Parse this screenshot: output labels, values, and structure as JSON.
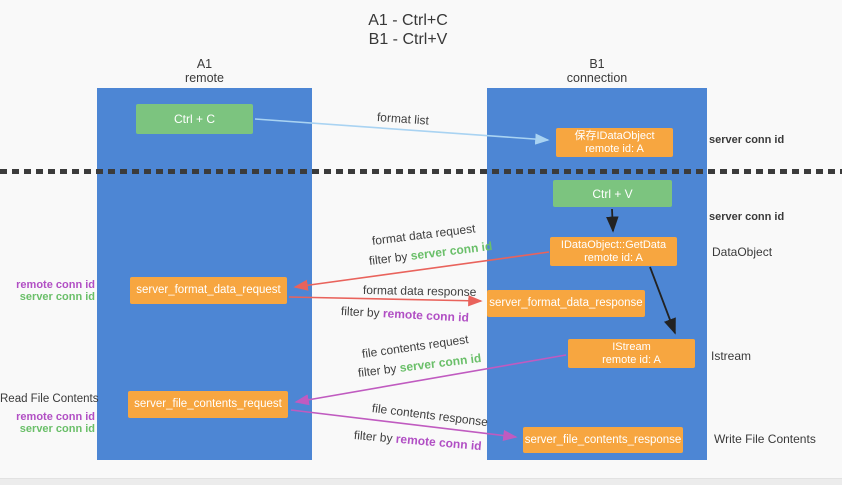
{
  "title": {
    "line1": "A1 - Ctrl+C",
    "line2": "B1 - Ctrl+V"
  },
  "lanes": {
    "left": {
      "name": "A1",
      "role": "remote"
    },
    "right": {
      "name": "B1",
      "role": "connection"
    }
  },
  "nodes": {
    "ctrl_c": {
      "label": "Ctrl + C"
    },
    "save_dataobject": {
      "line1": "保存IDataObject",
      "line2": "remote id: A"
    },
    "ctrl_v": {
      "label": "Ctrl + V"
    },
    "getdata": {
      "line1": "IDataObject::GetData",
      "line2": "remote id: A"
    },
    "istream": {
      "line1": "IStream",
      "line2": "remote id: A"
    },
    "format_request": {
      "label": "server_format_data_request"
    },
    "format_response": {
      "label": "server_format_data_response"
    },
    "file_request": {
      "label": "server_file_contents_request"
    },
    "file_response": {
      "label": "server_file_contents_response"
    }
  },
  "arrow_labels": {
    "format_list": "format list",
    "format_data_request": "format data request",
    "format_data_response": "format data response",
    "file_contents_request": "file contents request",
    "file_contents_response": "file contents response",
    "filter_by": "filter by",
    "server_conn_id": "server conn id",
    "remote_conn_id": "remote conn id"
  },
  "side_labels": {
    "server_conn_id_top": "server conn id",
    "server_conn_id_mid": "server conn id",
    "dataobject": "DataObject",
    "istream": "Istream",
    "write_file_contents": "Write File Contents",
    "read_file_contents": "Read File Contents",
    "remote_conn_id": "remote conn id",
    "server_conn_id": "server conn id"
  },
  "colors": {
    "lane_blue": "#4d86d4",
    "node_green": "#7cc47f",
    "node_orange": "#f7a640",
    "arrow_red": "#e9635c",
    "arrow_magenta": "#c05bc0",
    "arrow_light_blue": "#a9d3f2",
    "arrow_black": "#222222",
    "text_green": "#6abf69",
    "text_purple": "#b14fc4",
    "text_dark": "#3c3c3c"
  }
}
